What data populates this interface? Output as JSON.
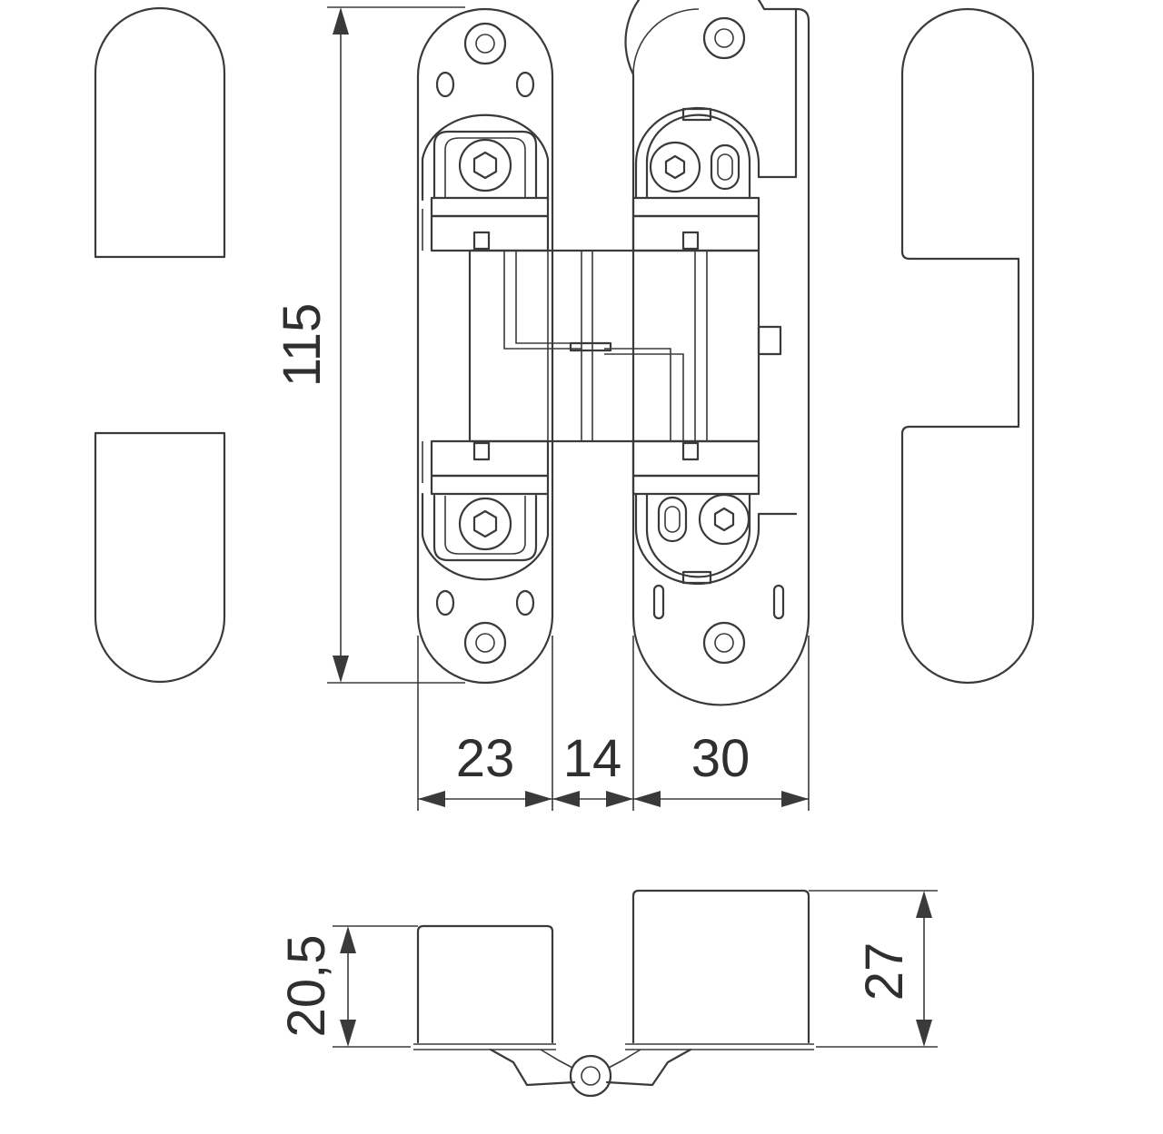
{
  "drawing": {
    "dimensions": {
      "height_total": "115",
      "width_left": "23",
      "width_gap": "14",
      "width_right": "30",
      "depth_left": "20,5",
      "depth_right": "27"
    }
  }
}
